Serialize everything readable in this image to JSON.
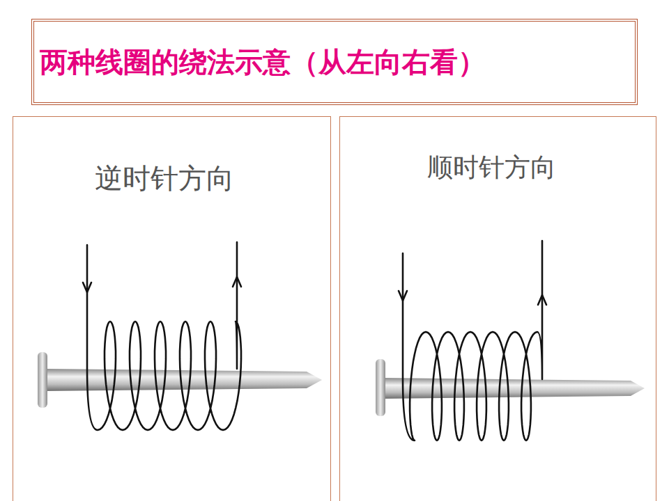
{
  "diagram": {
    "title": "两种线圈的绕法示意（从左向右看）",
    "nodes": [
      {
        "text": [
          "逆时针方向"
        ]
      },
      {
        "text": [
          "顺时针方向"
        ]
      }
    ]
  }
}
